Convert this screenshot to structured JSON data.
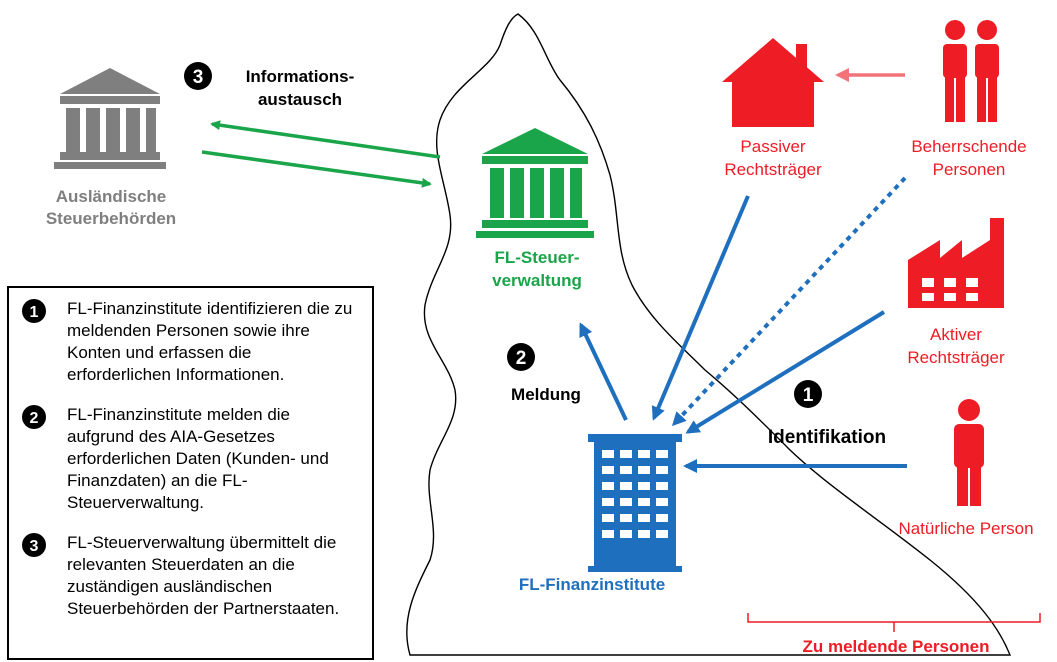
{
  "step_numbers": {
    "one": "1",
    "two": "2",
    "three": "3"
  },
  "labels": {
    "exchange_line1": "Informations-",
    "exchange_line2": "austausch",
    "foreign_line1": "Ausländische",
    "foreign_line2": "Steuerbehörden",
    "fl_tax_line1": "FL-Steuer-",
    "fl_tax_line2": "verwaltung",
    "reporting": "Meldung",
    "fl_fi": "FL-Finanzinstitute",
    "passive_line1": "Passiver",
    "passive_line2": "Rechtsträger",
    "controlling_line1": "Beherrschende",
    "controlling_line2": "Personen",
    "active_line1": "Aktiver",
    "active_line2": "Rechtsträger",
    "identification": "Identifikation",
    "natural_person": "Natürliche Person",
    "reportable_persons": "Zu meldende Personen"
  },
  "legend": [
    {
      "number": "1",
      "text": "FL-Finanzinstitute identifizieren die zu meldenden Personen sowie ihre Konten und erfassen die erforderlichen Informationen."
    },
    {
      "number": "2",
      "text": "FL-Finanzinstitute melden die aufgrund des AIA-Gesetzes erforderlichen Daten (Kunden- und Finanzdaten) an die FL-Steuerverwaltung."
    },
    {
      "number": "3",
      "text": "FL-Steuerverwaltung übermittelt die relevanten Steuerdaten an die zuständigen ausländischen Steuerbehörden der Partnerstaaten."
    }
  ],
  "icons": {
    "foreign_authority": "bank-icon",
    "fl_tax_authority": "bank-icon",
    "financial_institution": "office-building-icon",
    "passive_entity": "house-icon",
    "controlling_persons": "people-icon",
    "active_entity": "factory-icon",
    "natural_person": "person-icon"
  },
  "colors": {
    "green": "#1aa54a",
    "blue": "#1f6fbf",
    "red": "#ee1c25",
    "gray": "#7f7f7f",
    "light_red_arrow": "#f2737a"
  }
}
